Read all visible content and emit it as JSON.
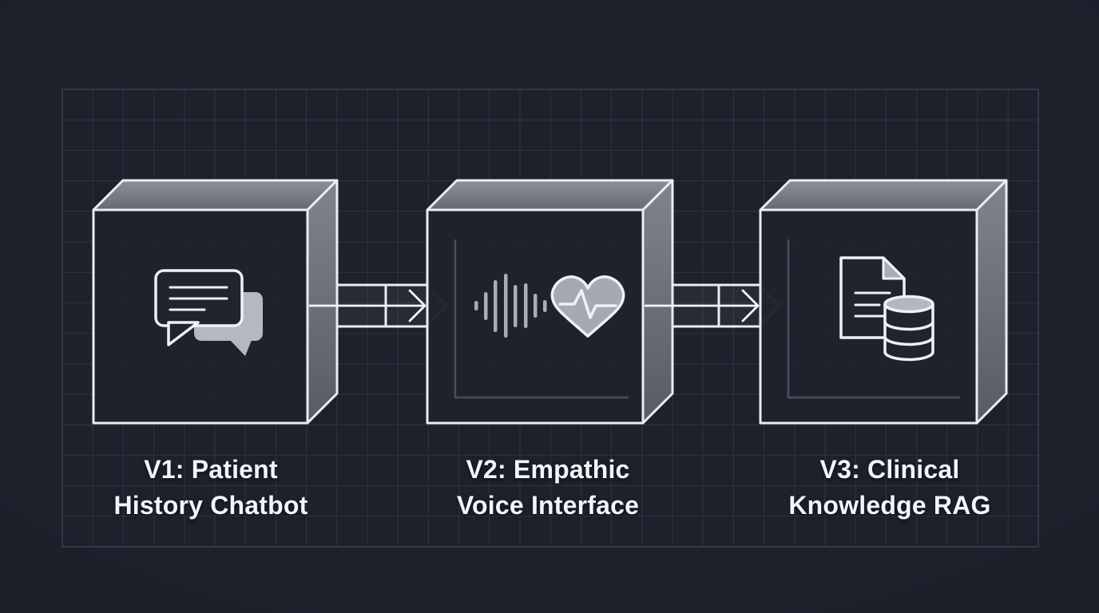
{
  "diagram": {
    "type": "pipeline-flow",
    "stages": [
      {
        "id": "V1",
        "label": "V1: Patient History Chatbot",
        "label_line1": "V1: Patient",
        "label_line2": "History Chatbot",
        "icon": "chat-bubbles-icon"
      },
      {
        "id": "V2",
        "label": "V2: Empathic Voice Interface",
        "label_line1": "V2: Empathic",
        "label_line2": "Voice Interface",
        "icon": "voice-waveform-heart-icon"
      },
      {
        "id": "V3",
        "label": "V3: Clinical Knowledge RAG",
        "label_line1": "V3: Clinical",
        "label_line2": "Knowledge RAG",
        "icon": "document-database-icon"
      }
    ],
    "connectors": [
      {
        "from": "V1",
        "to": "V2",
        "direction": "right"
      },
      {
        "from": "V2",
        "to": "V3",
        "direction": "right"
      }
    ]
  },
  "colors": {
    "background": "#1d212c",
    "grid_line": "#343a4a",
    "box_front": "#20242f",
    "box_top_light": "#8b9099",
    "box_top_dark": "#646973",
    "box_side_light": "#7f848e",
    "box_side_dark": "#565b66",
    "outline_white": "#e9ecf0",
    "icon_gray": "#aeb3bb",
    "inner_corner_line": "#4a4f5b",
    "tip_chevron_gray": "#5f6571",
    "text": "#f2f4f7"
  }
}
